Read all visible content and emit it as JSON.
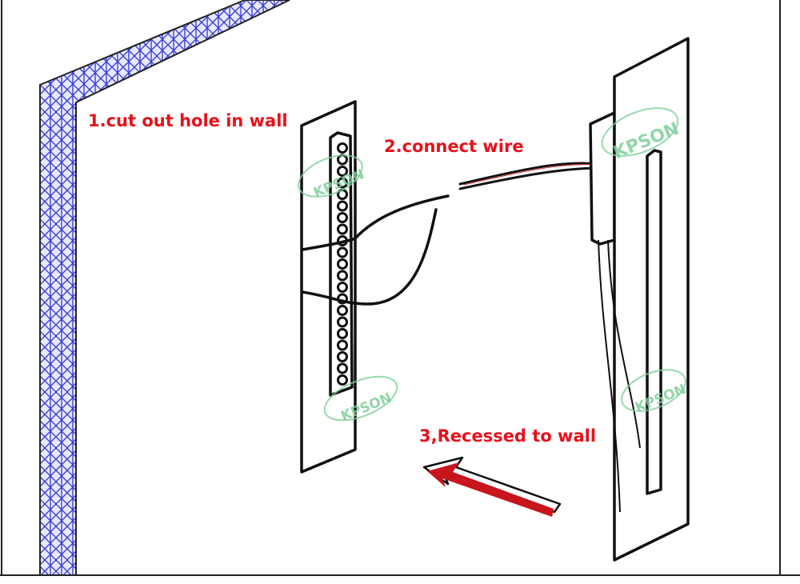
{
  "diagram": {
    "steps": [
      {
        "label": "1.cut out hole in wall"
      },
      {
        "label": "2.connect wire"
      },
      {
        "label": "3,Recessed to wall"
      }
    ],
    "watermark": "KPSON",
    "colors": {
      "label": "#e8101a",
      "wall_hatch": "#3b3fd6",
      "watermark": "#7fcf9a",
      "arrow": "#c8141c",
      "line": "#111111"
    }
  }
}
